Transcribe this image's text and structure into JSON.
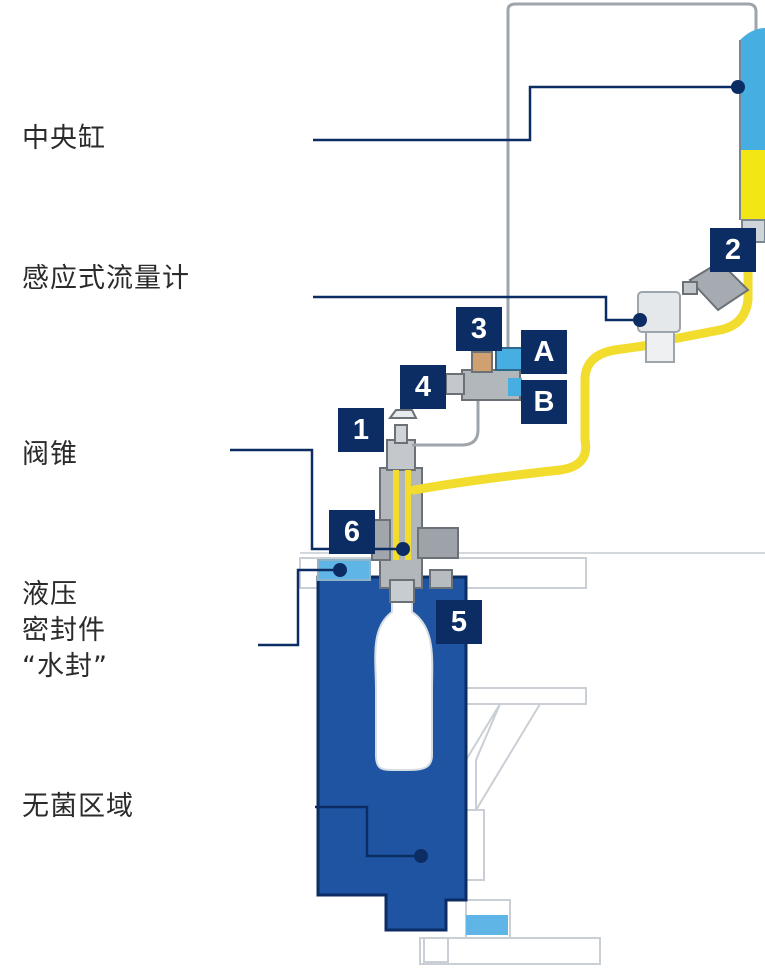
{
  "colors": {
    "navy": "#0c2d64",
    "sterile_blue": "#1f54a3",
    "tank_blue": "#46aee0",
    "tank_yellow": "#f2e614",
    "tube_yellow": "#f2dc2e",
    "line_gray": "#b8c2c8",
    "water": "#5fb6e6"
  },
  "labels": {
    "central_tank": "中央缸",
    "flow_meter": "感应式流量计",
    "valve_cone": "阀锥",
    "hydraulic_seal_1": "液压",
    "hydraulic_seal_2": "密封件",
    "hydraulic_seal_3": "“水封”",
    "sterile_zone": "无菌区域"
  },
  "badges": {
    "b1": "1",
    "b2": "2",
    "b3": "3",
    "b4": "4",
    "b5": "5",
    "b6": "6",
    "bA": "A",
    "bB": "B"
  }
}
